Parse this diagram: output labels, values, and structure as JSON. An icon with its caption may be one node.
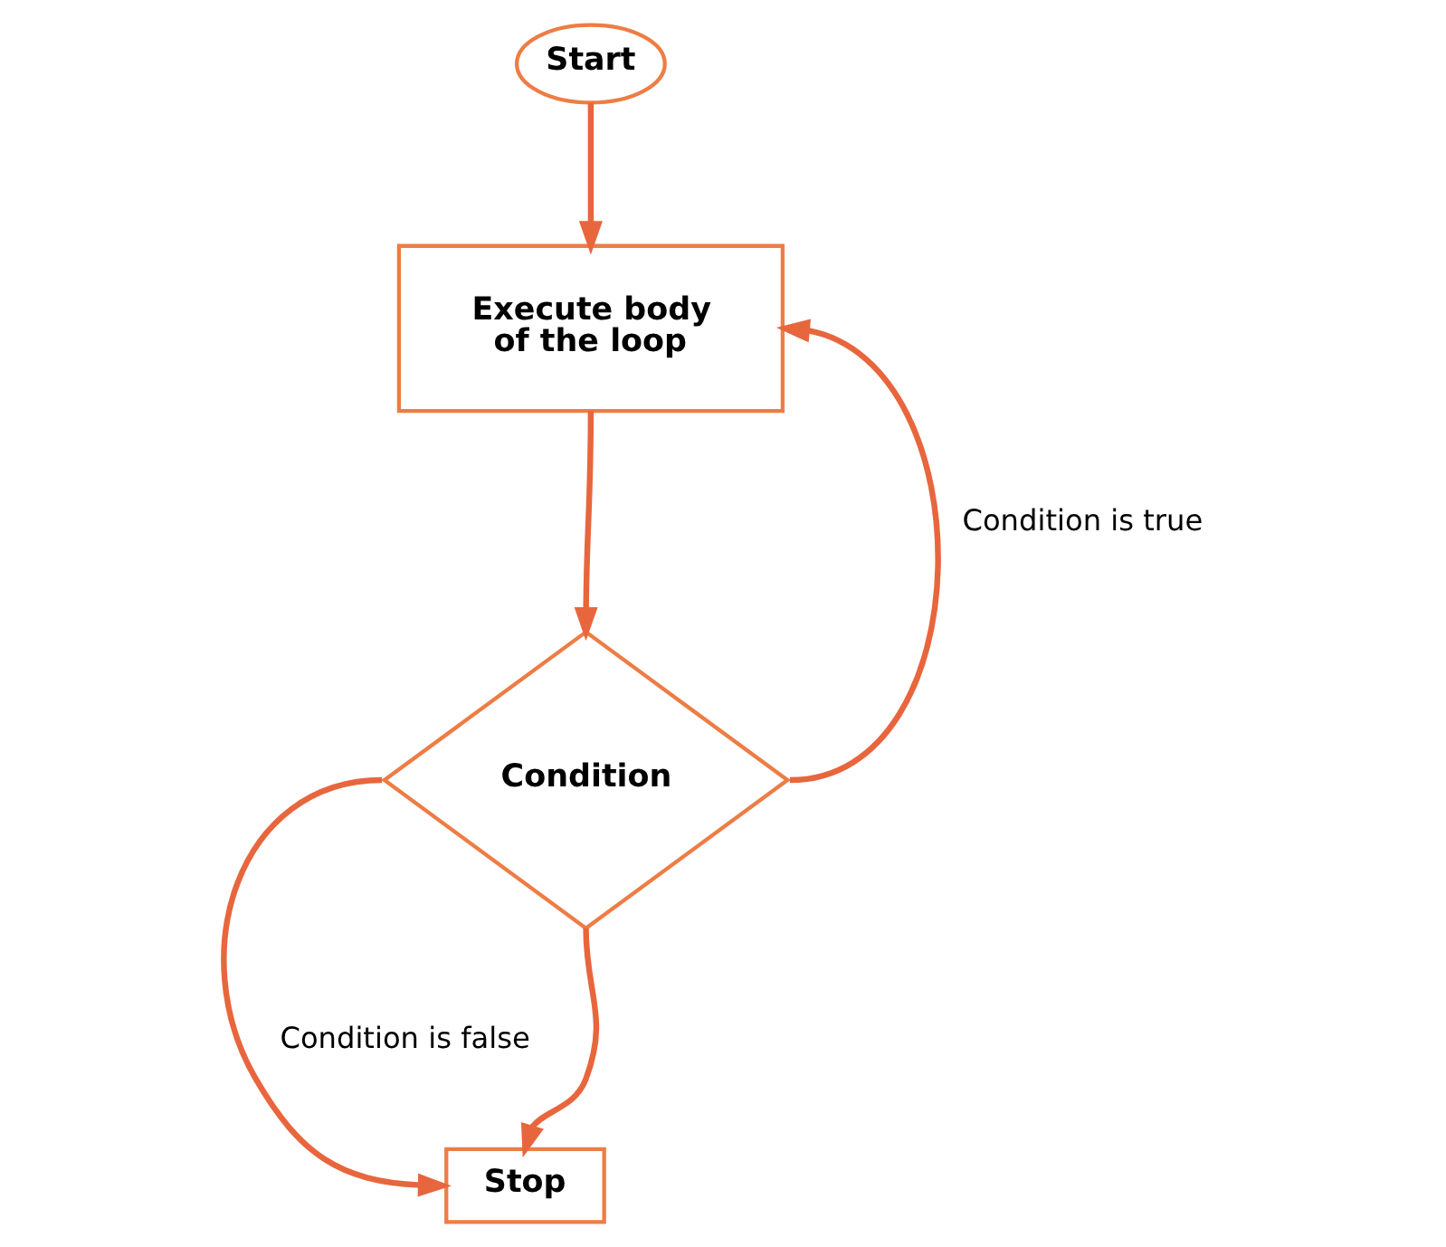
{
  "diagram": {
    "nodes": [
      {
        "text": [
          "Start"
        ]
      },
      {
        "text": [
          "Execute body of the loop"
        ]
      },
      {
        "text": [
          "Condition"
        ]
      },
      {
        "text": [
          "Stop"
        ]
      }
    ],
    "edges": [
      {
        "from": 0,
        "to": 1,
        "arrow": "to"
      },
      {
        "from": 1,
        "to": 2,
        "arrow": "to"
      },
      {
        "from": 2,
        "to": 1,
        "arrow": "to",
        "label": "Condition is true"
      },
      {
        "from": 2,
        "to": 3,
        "arrow": "to",
        "label": "Condition is false"
      },
      {
        "from": 2,
        "to": 3,
        "arrow": "to"
      }
    ]
  }
}
